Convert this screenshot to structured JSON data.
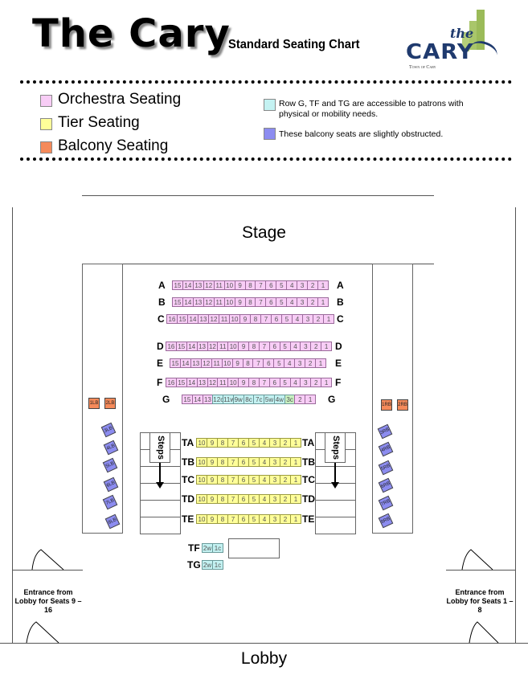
{
  "header": {
    "title": "The Cary",
    "subtitle": "Standard Seating Chart",
    "logo": {
      "the": "the",
      "name": "CARY",
      "tagline": "Town of Cary"
    }
  },
  "legend": {
    "items": [
      {
        "label": "Orchestra Seating",
        "color": "#f8cdf6"
      },
      {
        "label": "Tier Seating",
        "color": "#ffff99"
      },
      {
        "label": "Balcony Seating",
        "color": "#f58a5a"
      }
    ],
    "notes": [
      {
        "label": "Row G, TF and TG are accessible to patrons with physical or mobility needs.",
        "color": "#c4f2f2"
      },
      {
        "label": "These balcony seats are slightly obstructed.",
        "color": "#8c8cf0"
      }
    ]
  },
  "venue": {
    "stage": "Stage",
    "lobby": "Lobby",
    "steps": "Steps",
    "entrance_left": "Entrance from Lobby for Seats 9 – 16",
    "entrance_right": "Entrance from Lobby for Seats 1 – 8"
  },
  "colors": {
    "orchestra": "#f8cdf6",
    "tier": "#ffff99",
    "accessible": "#c4f2f2",
    "companion_green": "#c8f0c0",
    "balcony": "#f58a5a",
    "obstructed": "#8c8cf0"
  },
  "rows": [
    {
      "label": "A",
      "type": "orchestra",
      "seats": [
        "15",
        "14",
        "13",
        "12",
        "11",
        "10",
        "9",
        "8",
        "7",
        "6",
        "5",
        "4",
        "3",
        "2",
        "1"
      ]
    },
    {
      "label": "B",
      "type": "orchestra",
      "seats": [
        "15",
        "14",
        "13",
        "12",
        "11",
        "10",
        "9",
        "8",
        "7",
        "6",
        "5",
        "4",
        "3",
        "2",
        "1"
      ]
    },
    {
      "label": "C",
      "type": "orchestra",
      "seats": [
        "16",
        "15",
        "14",
        "13",
        "12",
        "11",
        "10",
        "9",
        "8",
        "7",
        "6",
        "5",
        "4",
        "3",
        "2",
        "1"
      ]
    },
    {
      "label": "D",
      "type": "orchestra",
      "seats": [
        "16",
        "15",
        "14",
        "13",
        "12",
        "11",
        "10",
        "9",
        "8",
        "7",
        "6",
        "5",
        "4",
        "3",
        "2",
        "1"
      ]
    },
    {
      "label": "E",
      "type": "orchestra",
      "seats": [
        "15",
        "14",
        "13",
        "12",
        "11",
        "10",
        "9",
        "8",
        "7",
        "6",
        "5",
        "4",
        "3",
        "2",
        "1"
      ]
    },
    {
      "label": "F",
      "type": "orchestra",
      "seats": [
        "16",
        "15",
        "14",
        "13",
        "12",
        "11",
        "10",
        "9",
        "8",
        "7",
        "6",
        "5",
        "4",
        "3",
        "2",
        "1"
      ]
    },
    {
      "label": "G",
      "type": "orchestra",
      "seats": [
        "15",
        "14",
        "13",
        "12c",
        "11w",
        "9w",
        "8c",
        "7c",
        "5w",
        "4w",
        "3c",
        "2",
        "1"
      ],
      "accessible": [
        "12c",
        "11w",
        "9w",
        "8c",
        "7c",
        "5w",
        "4w"
      ],
      "green": [
        "3c"
      ]
    },
    {
      "label": "TA",
      "type": "tier",
      "seats": [
        "10",
        "9",
        "8",
        "7",
        "6",
        "5",
        "4",
        "3",
        "2",
        "1"
      ]
    },
    {
      "label": "TB",
      "type": "tier",
      "seats": [
        "10",
        "9",
        "8",
        "7",
        "6",
        "5",
        "4",
        "3",
        "2",
        "1"
      ]
    },
    {
      "label": "TC",
      "type": "tier",
      "seats": [
        "10",
        "9",
        "8",
        "7",
        "6",
        "5",
        "4",
        "3",
        "2",
        "1"
      ]
    },
    {
      "label": "TD",
      "type": "tier",
      "seats": [
        "10",
        "9",
        "8",
        "7",
        "6",
        "5",
        "4",
        "3",
        "2",
        "1"
      ]
    },
    {
      "label": "TE",
      "type": "tier",
      "seats": [
        "10",
        "9",
        "8",
        "7",
        "6",
        "5",
        "4",
        "3",
        "2",
        "1"
      ]
    },
    {
      "label": "TF",
      "type": "accessible",
      "seats": [
        "2w",
        "1c"
      ]
    },
    {
      "label": "TG",
      "type": "accessible",
      "seats": [
        "2w",
        "1c"
      ]
    }
  ],
  "balcony_left": [
    "1LB",
    "2LB",
    "3LB",
    "4LB",
    "5LB",
    "6LB",
    "7LB",
    "8LB"
  ],
  "balcony_right": [
    "1RB",
    "2RB",
    "3RB",
    "4RB",
    "5RB",
    "6RB",
    "7RB",
    "8RB"
  ]
}
